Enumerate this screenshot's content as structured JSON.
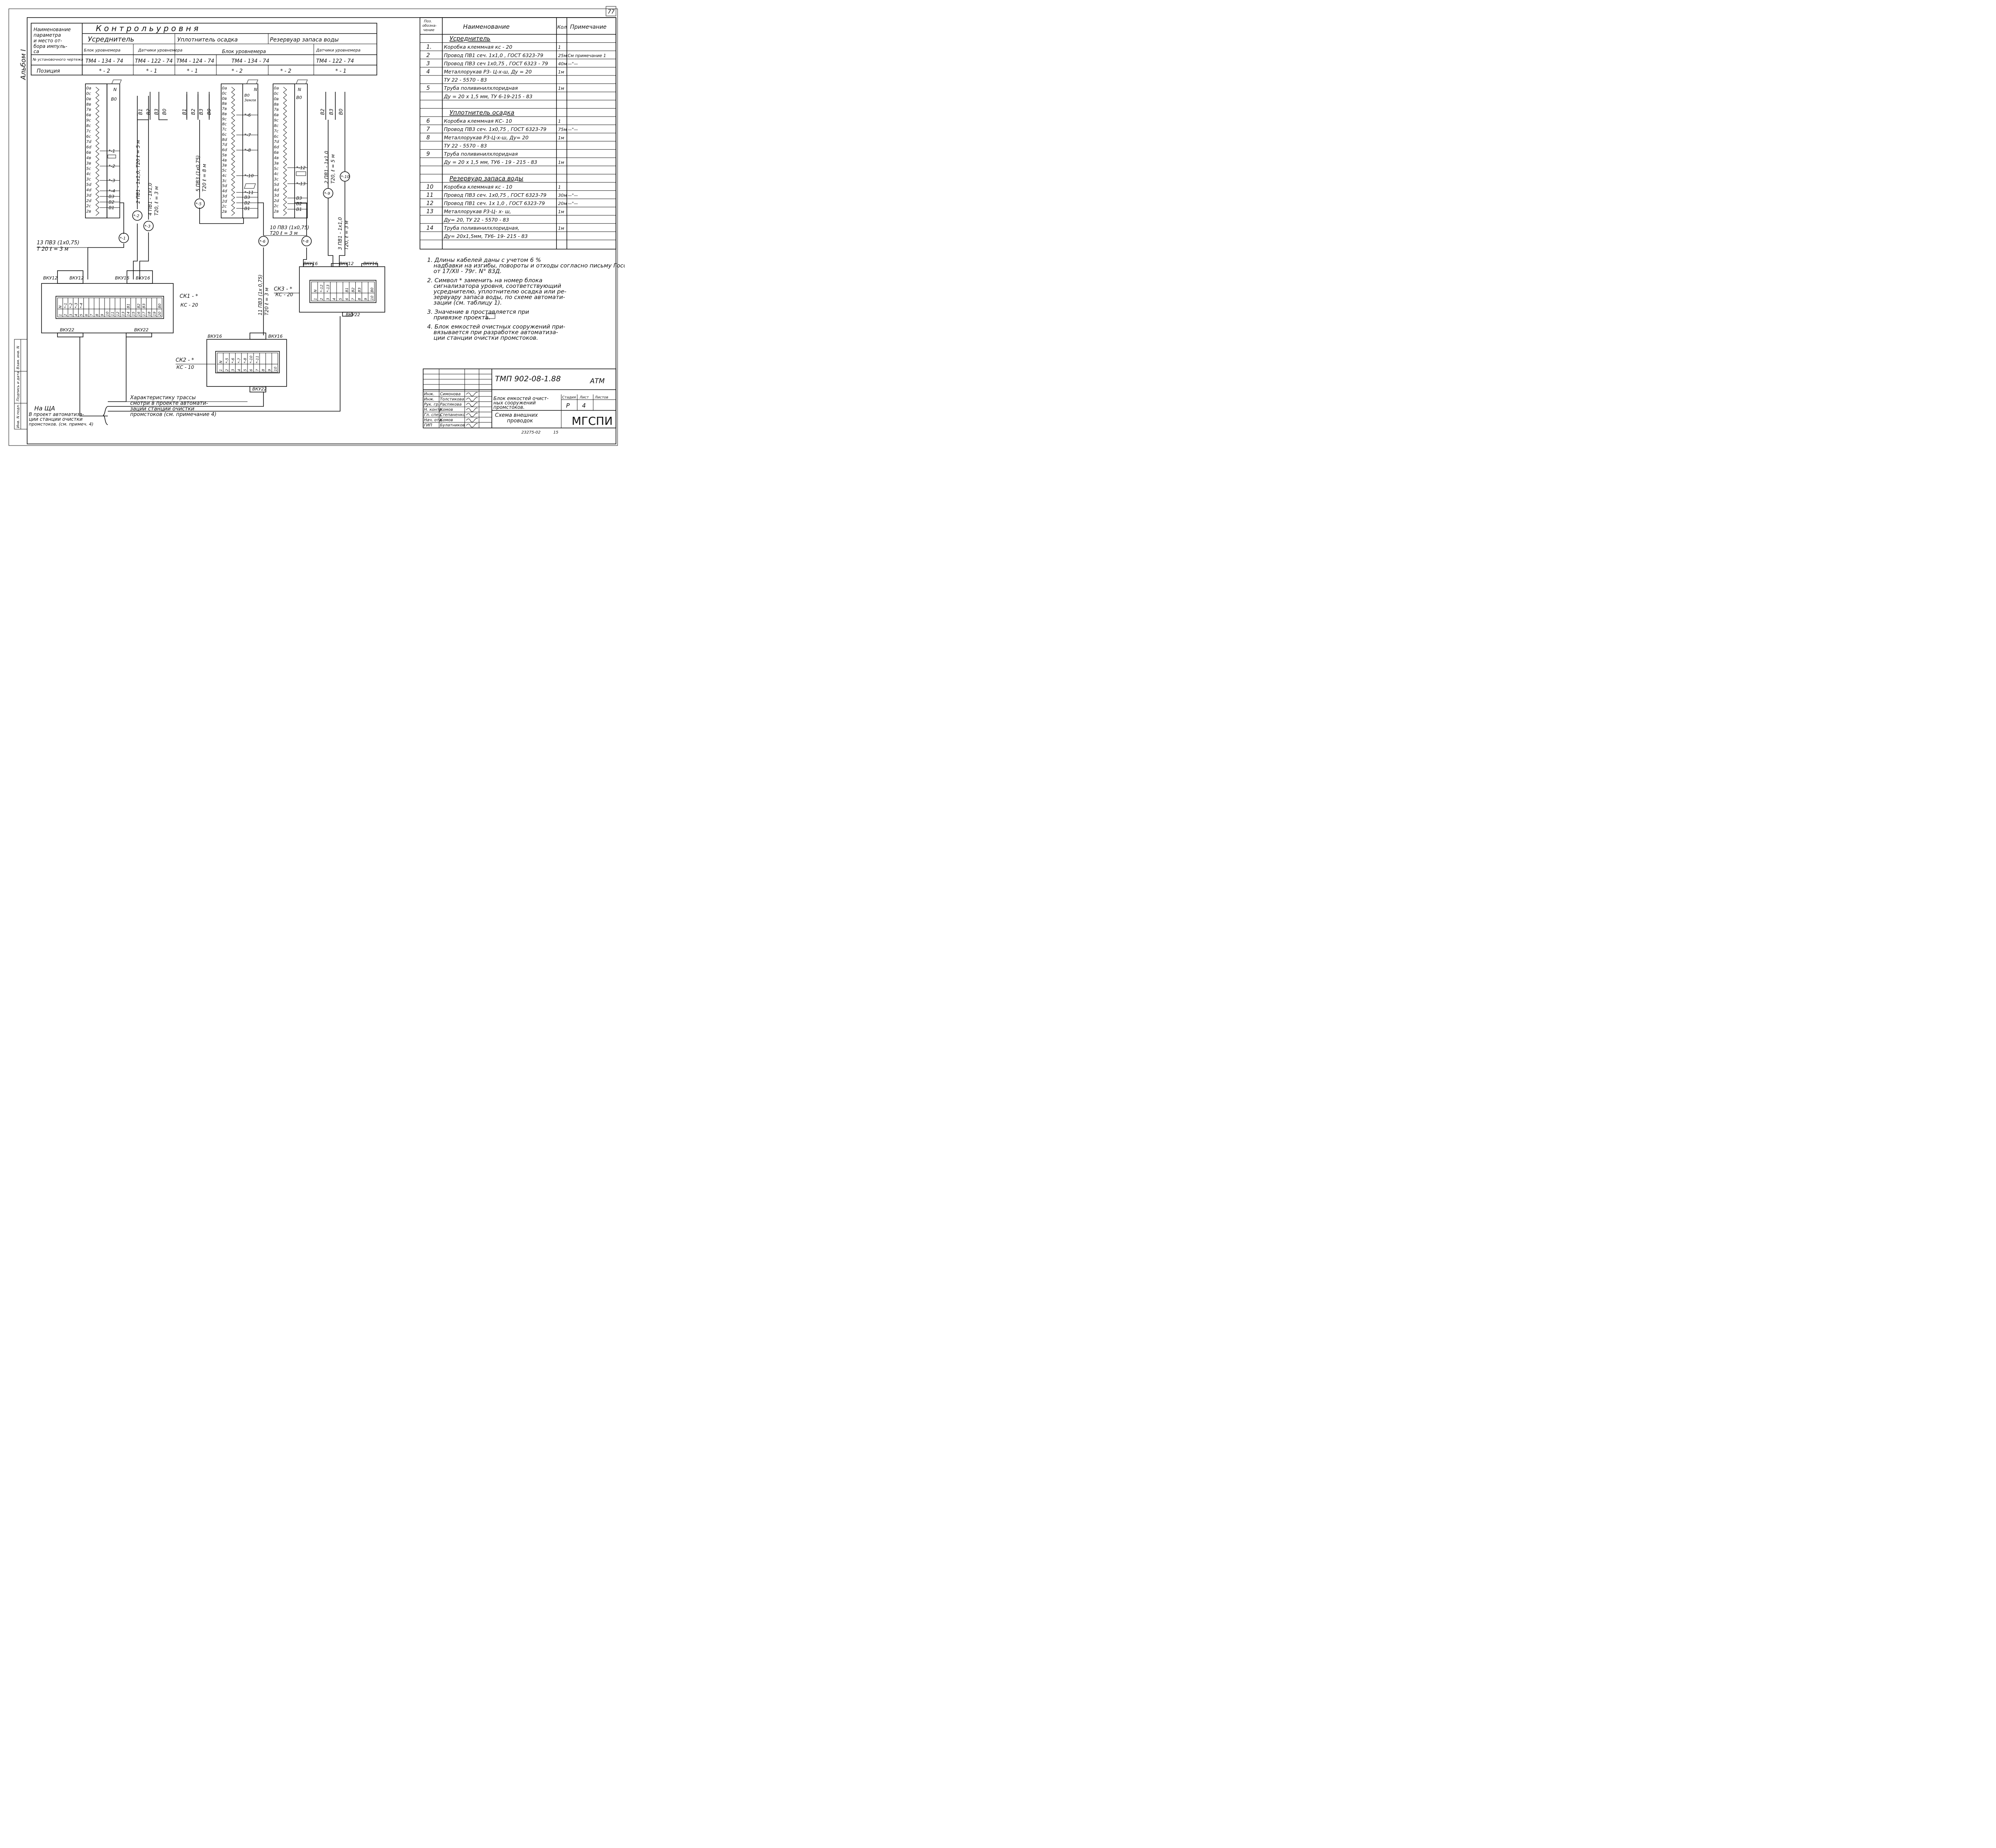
{
  "sheet": {
    "page_no": "77",
    "album": "Альбом I",
    "side_stamp": [
      "Инв. N подл.",
      "Подпись и дата",
      "Взам. инв. N"
    ],
    "archive_no": "23275-02",
    "archive_sheet": "15"
  },
  "param_table": {
    "header_label": "Наименование параметра и место отбора импульса",
    "title": "К о н т р о л ь     у р о в н я",
    "row_install_label": "№ установочного чертежа",
    "row_position_label": "Позиция",
    "groups": [
      "Усреднитель",
      "Уплотнитель осадка",
      "Резервуар запаса воды"
    ],
    "subheads": [
      "Блок уровнемера",
      "Датчики уровнемера",
      "Блок уровнемера",
      "Датчики уровнемера"
    ],
    "drawings": [
      "ТМ4 - 134 - 74",
      "ТМ4 - 122 - 74",
      "ТМ4 - 124 - 74",
      "ТМ4 - 134 - 74",
      "ТМ4 - 122 - 74"
    ],
    "positions": [
      "* - 2",
      "* - 1",
      "* - 1",
      "* - 2",
      "* - 2",
      "* - 1"
    ]
  },
  "spec": {
    "headers": [
      "Поз. обозначение",
      "Наименование",
      "Кол",
      "Примечание"
    ],
    "rows": [
      {
        "pos": "",
        "name": "Усреднитель",
        "qty": "",
        "note": "",
        "section": true
      },
      {
        "pos": "1.",
        "name": "Коробка клеммная кс - 20",
        "qty": "1",
        "note": ""
      },
      {
        "pos": "2",
        "name": "Провод ПВ1 сеч. 1х1,0 , ГОСТ 6323-79",
        "qty": "25м",
        "note": "См примечание 1"
      },
      {
        "pos": "3",
        "name": "Провод ПВ3 сеч 1х0,75 , ГОСТ 6323 - 79",
        "qty": "40м",
        "note": "—\"—"
      },
      {
        "pos": "4",
        "name": "Металлорукав Р3- Ц-х-ш,  Ду = 20",
        "qty": "1м",
        "note": ""
      },
      {
        "pos": "",
        "name": "ТУ 22 - 5570 - 83",
        "qty": "",
        "note": ""
      },
      {
        "pos": "5",
        "name": "Труба поливинилхлоридная",
        "qty": "1м",
        "note": ""
      },
      {
        "pos": "",
        "name": "Ду = 20 х 1,5 мм, ТУ 6-19-215 - 83",
        "qty": "",
        "note": ""
      },
      {
        "pos": "",
        "name": "",
        "qty": "",
        "note": ""
      },
      {
        "pos": "",
        "name": "Уплотнитель осадка",
        "qty": "",
        "note": "",
        "section": true
      },
      {
        "pos": "6",
        "name": "Коробка клеммная КС- 10",
        "qty": "1",
        "note": ""
      },
      {
        "pos": "7",
        "name": "Провод ПВ3 сеч. 1х0,75 , ГОСТ 6323-79",
        "qty": "75м",
        "note": "—\"—"
      },
      {
        "pos": "8",
        "name": "Металлорукав Р3-Ц-х-ш,  Ду= 20",
        "qty": "1м",
        "note": ""
      },
      {
        "pos": "",
        "name": "ТУ 22 - 5570 - 83",
        "qty": "",
        "note": ""
      },
      {
        "pos": "9",
        "name": "Труба поливинилхлоридная",
        "qty": "",
        "note": ""
      },
      {
        "pos": "",
        "name": "Ду = 20 х 1,5 мм, ТУ6 - 19 - 215 - 83",
        "qty": "1м",
        "note": ""
      },
      {
        "pos": "",
        "name": "",
        "qty": "",
        "note": ""
      },
      {
        "pos": "",
        "name": "Резервуар запаса воды",
        "qty": "",
        "note": "",
        "section": true
      },
      {
        "pos": "10",
        "name": "Коробка клеммная кс - 10",
        "qty": "1",
        "note": ""
      },
      {
        "pos": "11",
        "name": "Провод ПВ3 сеч. 1х0,75 , ГОСТ 6323-79",
        "qty": "30м",
        "note": "—\"—"
      },
      {
        "pos": "12",
        "name": "Провод ПВ1 сеч. 1х 1,0 , ГОСТ 6323-79",
        "qty": "20м",
        "note": "—\"—"
      },
      {
        "pos": "13",
        "name": "Металлорукав Р3-Ц- х- ш,",
        "qty": "1м",
        "note": ""
      },
      {
        "pos": "",
        "name": "Ду= 20,  ТУ 22 - 5570 - 83",
        "qty": "",
        "note": ""
      },
      {
        "pos": "14",
        "name": "Труба поливинилхлоридная,",
        "qty": "1м",
        "note": ""
      },
      {
        "pos": "",
        "name": "Ду= 20х1,5мм,  ТУ6- 19- 215 - 83",
        "qty": "",
        "note": ""
      }
    ]
  },
  "notes": [
    [
      "1. Длины кабелей даны с учетом 6 %",
      "надбавки на изгибы, повороты и отходы согласно письму Госстроя СССР",
      "от 17/XII - 79г. N° 83Д."
    ],
    [
      "2. Символ * заменить на номер блока",
      "сигнализатора уровня, соответствующий",
      "усреднителю, уплотнителю осадка или ре-",
      "зервуару запаса воды, по схеме автомати-",
      "зации (см. таблицу 1)."
    ],
    [
      "3. Значение в      проставляется при",
      "привязке проекта."
    ],
    [
      "4. Блок емкостей очистных сооружений при-",
      "вязывается при разработке автоматиза-",
      "ции станции очистки промстоков."
    ]
  ],
  "title_block": {
    "code": "ТМП 902-08-1.88",
    "mark": "АТМ",
    "roles": [
      "Инж.",
      "Инж.",
      "Рук. гр.",
      "Н. контр.",
      "Гл. спец.",
      "Нач. отд.",
      "ГИП"
    ],
    "names": [
      "Симонова",
      "Толстикова",
      "Распякова",
      "Комов",
      "Степаненко",
      "Комов",
      "Булатников"
    ],
    "title1": "Блок емкостей очистных сооружений промстоков.",
    "title2": "Схема внешних проводок",
    "stage_label": "Стадия",
    "sheet_label": "Лист",
    "sheets_label": "Листов",
    "stage": "Р",
    "sheet": "4",
    "org": "МГСПИ"
  },
  "diagram": {
    "terminal_labels": [
      "0a",
      "0c",
      "0в",
      "8в",
      "7в",
      "6в",
      "9c",
      "8c",
      "7c",
      "6c",
      "7d",
      "6d",
      "6в",
      "4в",
      "3в",
      "5c",
      "4c",
      "3c",
      "5d",
      "4d",
      "3d",
      "2d",
      "2c",
      "2в"
    ],
    "terminal_labels_b": [
      "0a",
      "0c",
      "0в",
      "8в",
      "7в",
      "8в",
      "9c",
      "8c",
      "7c",
      "6c",
      "8d",
      "7d",
      "6d",
      "5в",
      "4в",
      "3в",
      "5c",
      "4c",
      "3c",
      "5d",
      "4d",
      "3d",
      "2d",
      "2c",
      "2в"
    ],
    "labels": {
      "n": "N",
      "b0": "В0",
      "zemlya": "Земля",
      "b1": "В1",
      "b2": "В2",
      "b3": "В3",
      "b0s": "В0",
      "s1": "*-1",
      "s2": "*-2",
      "s3": "*-3",
      "s4": "*-4",
      "s6": "*-6",
      "s7": "*-7",
      "s8": "*-8",
      "s10": "*-10",
      "s11": "*-11",
      "s12": "*-12",
      "s13": "*-13",
      "c1": "*-1",
      "c2": "*-2",
      "c3": "*-3",
      "c5": "*-5",
      "c6": "*-6",
      "c8": "*-8",
      "c9": "*-9",
      "c10": "*-10",
      "cable13a": "13 ПВ3 (1х0,75)",
      "cable13b": "Т 20   ℓ = 3 м",
      "cable2": "2 ПВ1 - 1х1,0, Т20 ℓ = 5 м",
      "cable4a": "4 ПВ1 - 1х1,0",
      "cable4b": "Т20, ℓ = 3 м",
      "cable5a": "5 ПВ3 (1х0,75)",
      "cable5b": "Т20 ℓ = 8 м",
      "cable10a": "10 ПВ3 (1х0,75)",
      "cable10b": "Т20  ℓ = 3 м",
      "cable11a": "11 ПВ3 (1х 0,75)",
      "cable11b": "Т20   ℓ = 3 м",
      "cable2b": "2 ПВ1 - 1х1,0",
      "cable2c": "Т20, ℓ = 5 м",
      "cable3a": "3 ПВ1 - 1х1,0",
      "cable3b": "Т20, ℓ = 3 м",
      "vku12": "ВКУ12",
      "vku16": "ВКУ16",
      "vku22": "ВКУ22",
      "ck1": "СК1 - *",
      "ck1b": "КС - 20",
      "ck2": "СК2 - *",
      "ck2b": "КС - 10",
      "ck3": "СК3 - *",
      "ck3b": "КС - 20",
      "route1": "Характеристику трассы",
      "route2": "смотри в проекте автомати-",
      "route3": "зации станции очистки",
      "route4": "промстоков (см. примечание 4)",
      "shch1": "На ЩА",
      "shch2": "В проект автоматиза-",
      "shch3": "ции станции очистки",
      "shch4": "промстоков. (см. примеч. 4)"
    },
    "ck1_top": [
      "N",
      "*-1",
      "*-2",
      "*-3",
      "*-4",
      "",
      "",
      "",
      "",
      "",
      "",
      "",
      "",
      "В1",
      "",
      "В2",
      "В3",
      "",
      "",
      "В0"
    ],
    "ck2_top": [
      "N",
      "*-5",
      "*-6",
      "*-7",
      "*-8",
      "*-10",
      "*-11",
      "",
      "",
      ""
    ],
    "ck3_top": [
      "N",
      "*-12",
      "*-13",
      "",
      "",
      "В1",
      "В2",
      "В3",
      "",
      "В0"
    ]
  }
}
